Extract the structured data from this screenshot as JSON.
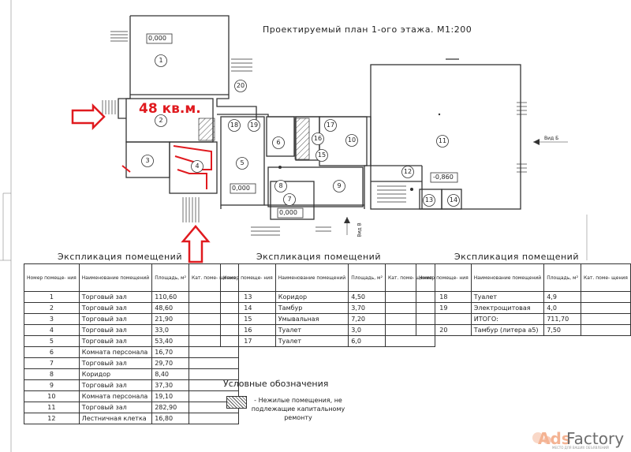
{
  "plan_title": "Проектируемый план 1-ого этажа. М1:200",
  "area_callout": "48 кв.м.",
  "level_marks": [
    "0,000",
    "0,000",
    "0,000",
    "-0,860"
  ],
  "room_numbers": [
    "1",
    "2",
    "3",
    "4",
    "5",
    "6",
    "7",
    "8",
    "9",
    "10",
    "11",
    "12",
    "13",
    "14",
    "15",
    "16",
    "17",
    "18",
    "19",
    "20"
  ],
  "view_labels": [
    "Вид Б",
    "Вид В"
  ],
  "table_title": "Экспликация помещений",
  "headers": {
    "num": "Номер помеще- ния",
    "name": "Наименование помещений",
    "area": "Площадь, м²",
    "cat": "Кат. поме- щения"
  },
  "table1": [
    [
      "1",
      "Торговый зал",
      "110,60"
    ],
    [
      "2",
      "Торговый зал",
      "48,60"
    ],
    [
      "3",
      "Торговый зал",
      "21,90"
    ],
    [
      "4",
      "Торговый зал",
      "33,0"
    ],
    [
      "5",
      "Торговый зал",
      "53,40"
    ],
    [
      "6",
      "Комната персонала",
      "16,70"
    ],
    [
      "7",
      "Торговый зал",
      "29,70"
    ],
    [
      "8",
      "Коридор",
      "8,40"
    ],
    [
      "9",
      "Торговый зал",
      "37,30"
    ],
    [
      "10",
      "Комната персонала",
      "19,10"
    ],
    [
      "11",
      "Торговый зал",
      "282,90"
    ],
    [
      "12",
      "Лестничная клетка",
      "16,80"
    ]
  ],
  "table2": [
    [
      "13",
      "Коридор",
      "4,50"
    ],
    [
      "14",
      "Тамбур",
      "3,70"
    ],
    [
      "15",
      "Умывальная",
      "7,20"
    ],
    [
      "16",
      "Туалет",
      "3,0"
    ],
    [
      "17",
      "Туалет",
      "6,0"
    ]
  ],
  "table3": [
    [
      "18",
      "Туалет",
      "4,9"
    ],
    [
      "19",
      "Электрощитовая",
      "4,0"
    ],
    [
      "",
      "ИТОГО:",
      "711,70"
    ],
    [
      "20",
      "Тамбур (литера а5)",
      "7,50"
    ]
  ],
  "legend": {
    "title": "Условные обозначения",
    "text": "- Нежилые помещения, не подлежащие капитальному ремонту"
  },
  "watermark": {
    "brand": "Ads",
    "suffix": "Factory",
    "tagline": "МЕСТО ДЛЯ ВАШИХ ОБЪЯВЛЕНИЙ"
  },
  "colors": {
    "accent_red": "#e01a1f",
    "line": "#333333",
    "hatch": "#555555"
  }
}
